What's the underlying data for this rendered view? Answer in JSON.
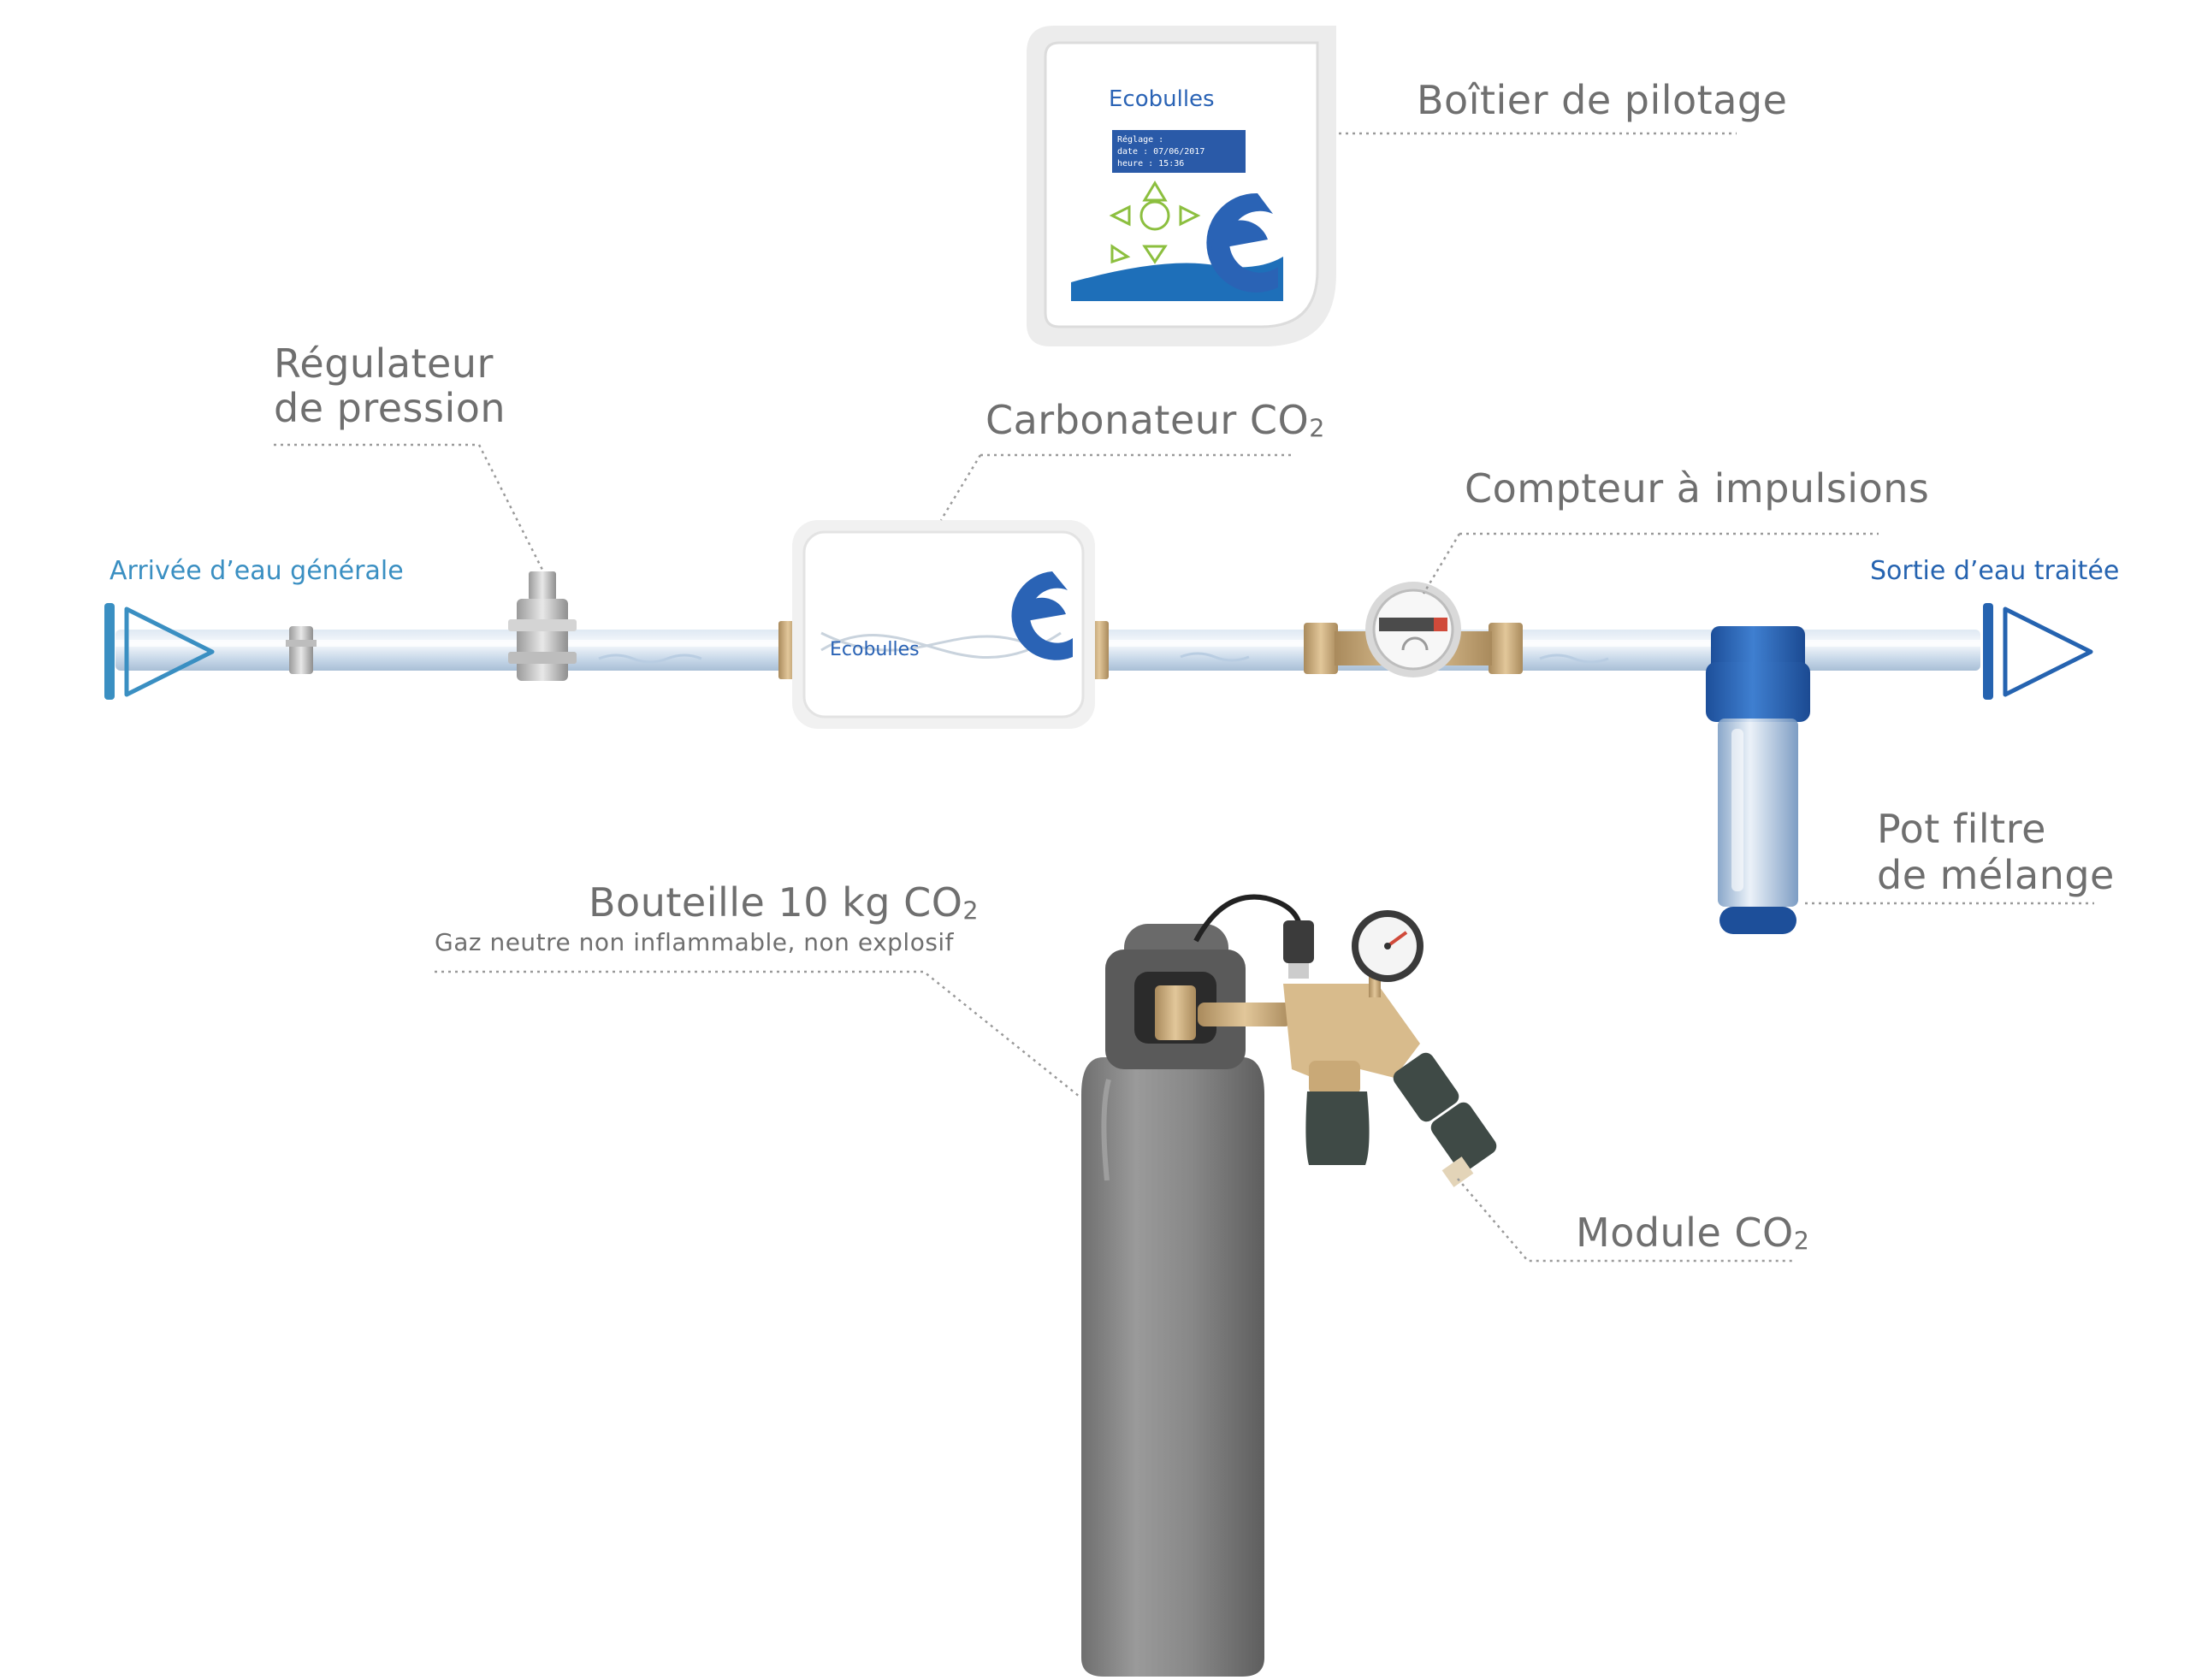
{
  "labels": {
    "boitier": "Boîtier de pilotage",
    "regulateur_line1": "Régulateur",
    "regulateur_line2": "de pression",
    "carbonateur": "Carbonateur CO",
    "carbonateur_sub": "2",
    "compteur": "Compteur à impulsions",
    "arrivee": "Arrivée d’eau générale",
    "sortie": "Sortie d’eau traitée",
    "pot_line1": "Pot filtre",
    "pot_line2": "de mélange",
    "bouteille": "Bouteille 10 kg CO",
    "bouteille_sub": "2",
    "bouteille_note": "Gaz neutre non inflammable, non explosif",
    "module": "Module CO",
    "module_sub": "2"
  },
  "brand": {
    "logo_text": "Ecobulles",
    "screen_line1": "Réglage :",
    "screen_line2": "date : 07/06/2017",
    "screen_line3": "heure : 15:36"
  },
  "colors": {
    "arrivee": "#3a8fc2",
    "sortie": "#2563b0",
    "logo_blue": "#2a63b5",
    "logo_green": "#8cbf3f",
    "label_gray": "#6f6f6f"
  },
  "icons": [
    "inlet-arrow-icon",
    "outlet-arrow-icon",
    "control-box",
    "carbonator",
    "pulse-meter",
    "pressure-regulator",
    "filter-pot",
    "co2-cylinder",
    "co2-module",
    "pressure-gauge"
  ]
}
